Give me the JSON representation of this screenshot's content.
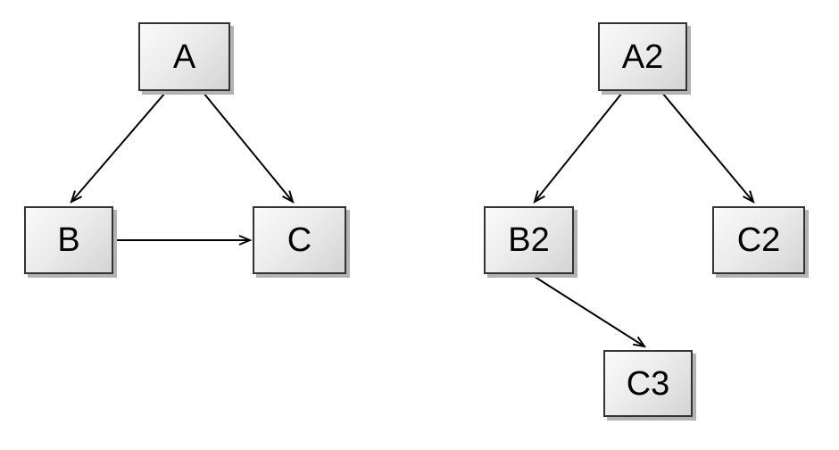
{
  "page": {
    "background": "#ffffff"
  },
  "colors": {
    "node_fill_top": "#fafafa",
    "node_fill_bottom": "#d4d4d4",
    "node_border": "#333333",
    "node_shadow": "#b3b3b3",
    "edge": "#000000",
    "label_text": "#000000"
  },
  "diagrams": [
    {
      "name": "triangle-graph",
      "nodes": [
        {
          "id": "A",
          "label": "A"
        },
        {
          "id": "B",
          "label": "B"
        },
        {
          "id": "C",
          "label": "C"
        }
      ],
      "edges": [
        {
          "from": "A",
          "to": "B"
        },
        {
          "from": "A",
          "to": "C"
        },
        {
          "from": "B",
          "to": "C"
        }
      ]
    },
    {
      "name": "tree-graph",
      "nodes": [
        {
          "id": "A2",
          "label": "A2"
        },
        {
          "id": "B2",
          "label": "B2"
        },
        {
          "id": "C2",
          "label": "C2"
        },
        {
          "id": "C3",
          "label": "C3"
        }
      ],
      "edges": [
        {
          "from": "A2",
          "to": "B2"
        },
        {
          "from": "A2",
          "to": "C2"
        },
        {
          "from": "B2",
          "to": "C3"
        }
      ]
    }
  ]
}
